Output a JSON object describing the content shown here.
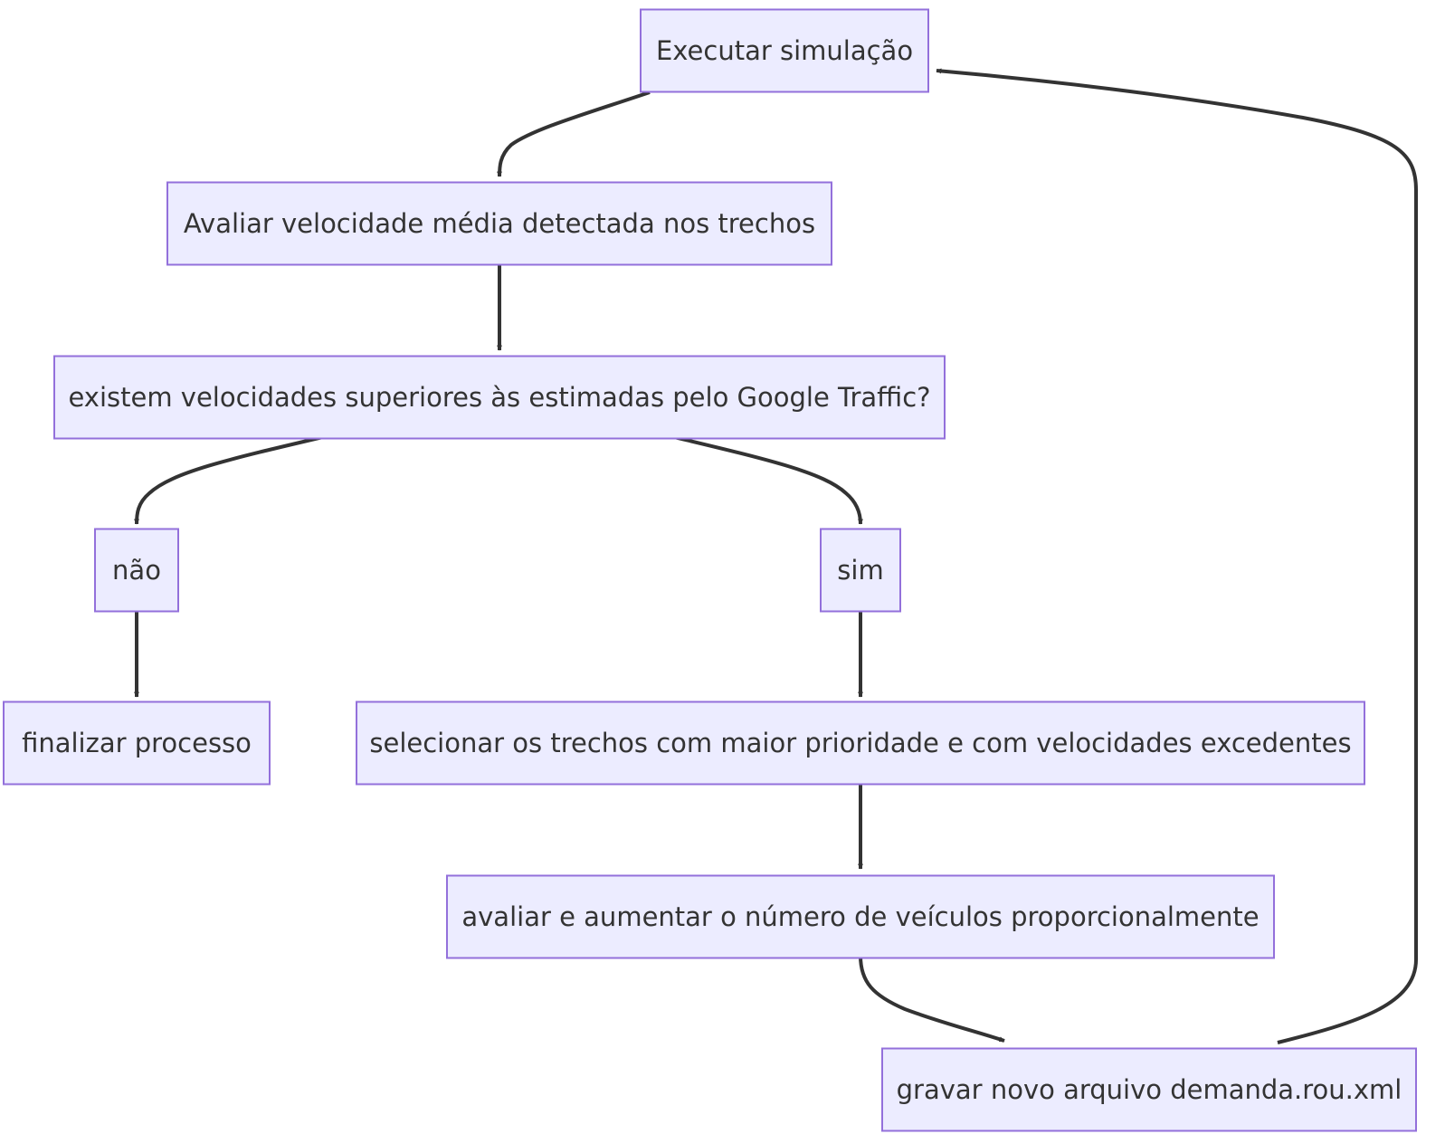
{
  "diagram": {
    "type": "flowchart",
    "nodes": [
      {
        "id": "executar",
        "label": "Executar simulação"
      },
      {
        "id": "avaliar",
        "label": "Avaliar velocidade média detectada nos trechos"
      },
      {
        "id": "existem",
        "label": "existem velocidades superiores às estimadas pelo Google Traffic?"
      },
      {
        "id": "nao",
        "label": "não"
      },
      {
        "id": "sim",
        "label": "sim"
      },
      {
        "id": "finalizar",
        "label": "finalizar processo"
      },
      {
        "id": "selecionar",
        "label": "selecionar os trechos com maior prioridade e com velocidades excedentes"
      },
      {
        "id": "aumentar",
        "label": "avaliar e aumentar o número de veículos proporcionalmente"
      },
      {
        "id": "gravar",
        "label": "gravar novo arquivo demanda.rou.xml"
      }
    ],
    "edges": [
      {
        "from": "executar",
        "to": "avaliar"
      },
      {
        "from": "avaliar",
        "to": "existem"
      },
      {
        "from": "existem",
        "to": "nao"
      },
      {
        "from": "existem",
        "to": "sim"
      },
      {
        "from": "nao",
        "to": "finalizar"
      },
      {
        "from": "sim",
        "to": "selecionar"
      },
      {
        "from": "selecionar",
        "to": "aumentar"
      },
      {
        "from": "aumentar",
        "to": "gravar"
      },
      {
        "from": "gravar",
        "to": "executar"
      }
    ],
    "colors": {
      "node_fill": "#ECECFF",
      "node_stroke": "#9370DB",
      "edge": "#333333",
      "text": "#333333"
    }
  }
}
